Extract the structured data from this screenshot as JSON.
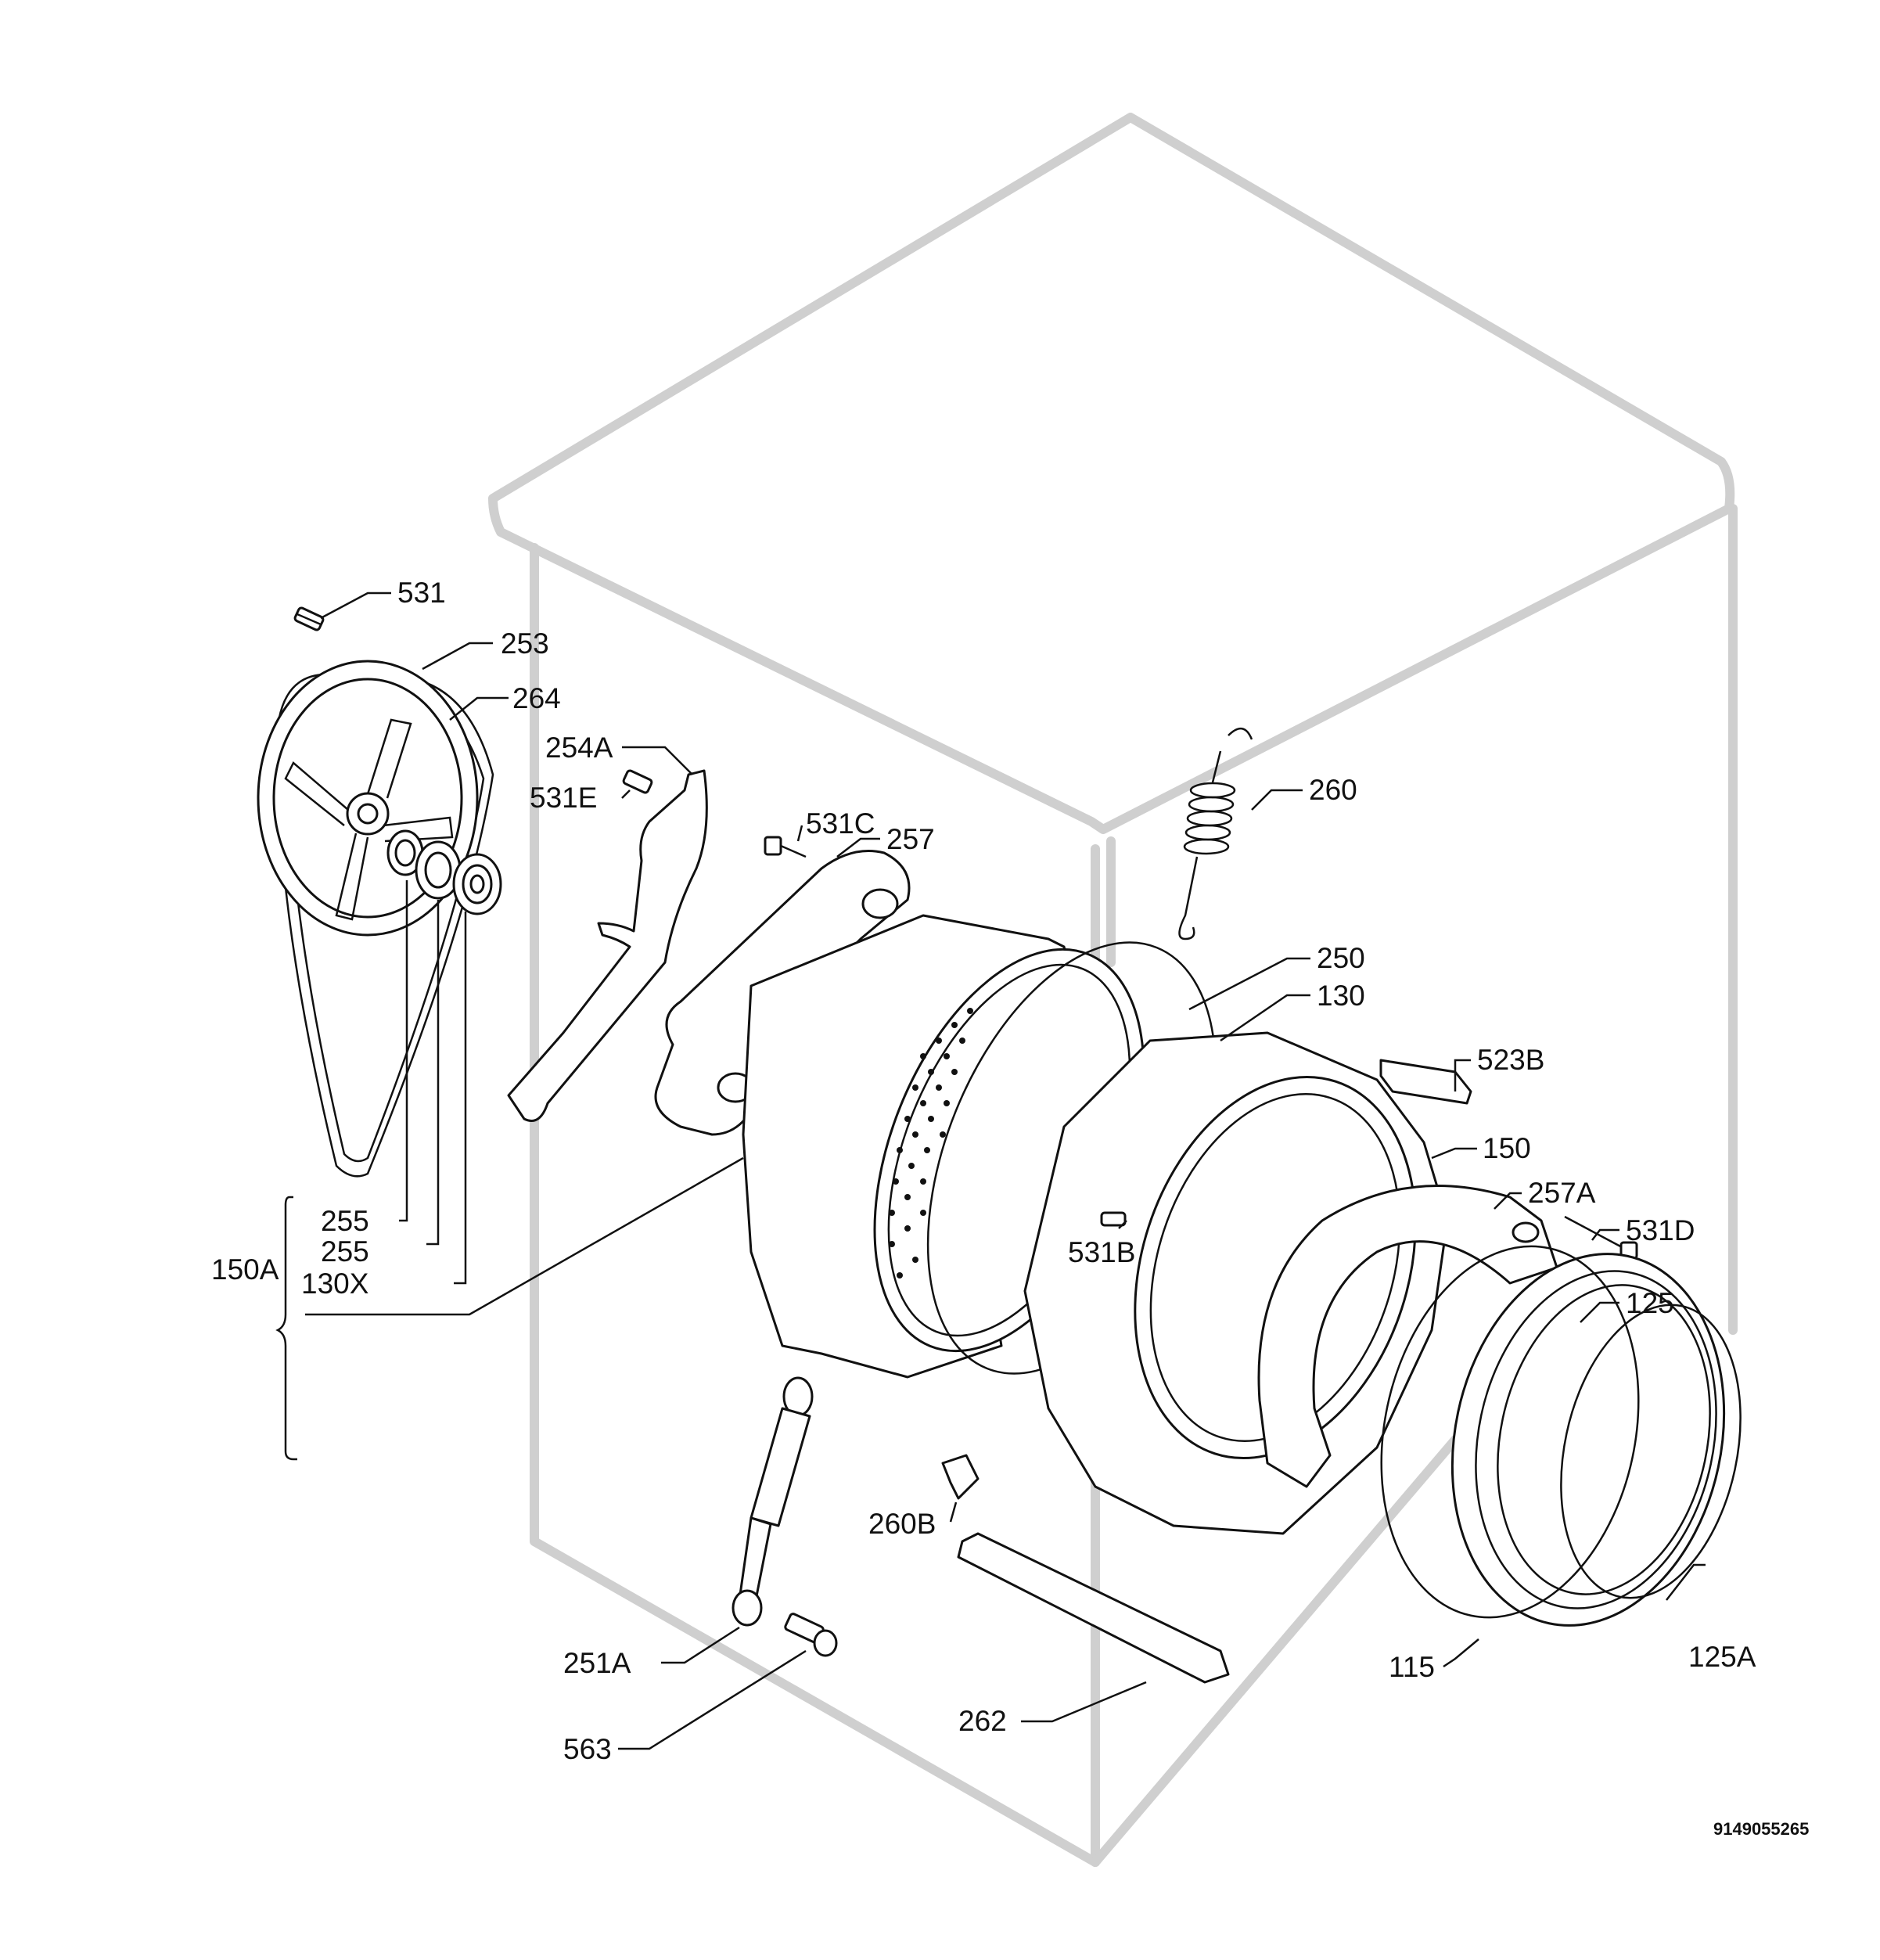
{
  "drawing_code": "9149055265",
  "colors": {
    "line": "#111111",
    "cabinet_ghost": "#cfcfcf",
    "background": "#ffffff"
  },
  "labels": {
    "p531": "531",
    "p253": "253",
    "p264": "264",
    "p254A": "254A",
    "p531E": "531E",
    "p531C": "531C",
    "p257": "257",
    "p260": "260",
    "p250": "250",
    "p130": "130",
    "p523B": "523B",
    "p150": "150",
    "p257A": "257A",
    "p531D": "531D",
    "p531B": "531B",
    "p125": "125",
    "p125A": "125A",
    "p115": "115",
    "p262": "262",
    "p260B": "260B",
    "p251A": "251A",
    "p563": "563",
    "p255a": "255",
    "p255b": "255",
    "p130X": "130X",
    "p150A": "150A"
  }
}
